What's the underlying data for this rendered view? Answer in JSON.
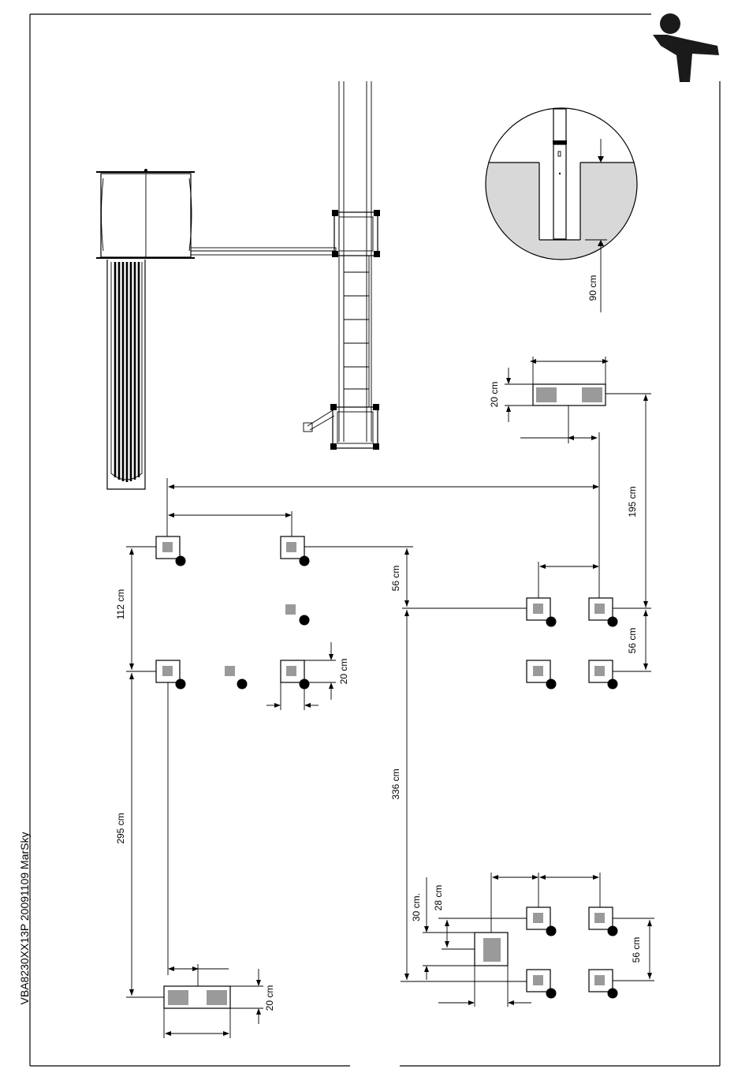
{
  "document": {
    "code": "VBA8230XX13P 20091109 MarSky"
  },
  "dimensions": {
    "depth_90": "90 cm",
    "anchor_20_top": "20 cm",
    "dist_195": "195 cm",
    "dist_56_right": "56 cm",
    "dist_56_mid": "56 cm",
    "dist_112": "112 cm",
    "dist_20_mid": "20 cm",
    "dist_295": "295 cm",
    "dist_336": "336 cm",
    "dist_30": "30 cm.",
    "dist_28": "28 cm",
    "dist_56_bottom": "56 cm",
    "anchor_20_bottom": "20 cm"
  },
  "icons": {
    "logo": "jumping-figure-logo"
  }
}
